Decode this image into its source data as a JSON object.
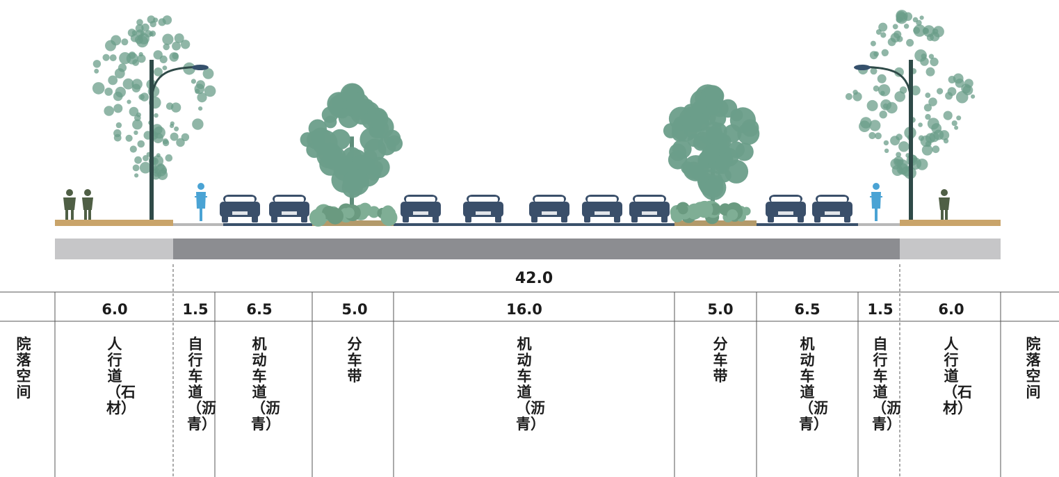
{
  "total_width": "42.0",
  "segments": [
    {
      "width": "6.0",
      "label": "人行道（石材）"
    },
    {
      "width": "1.5",
      "label": "自行车道（沥青）"
    },
    {
      "width": "6.5",
      "label": "机动车道（沥青）"
    },
    {
      "width": "5.0",
      "label": "分车带"
    },
    {
      "width": "16.0",
      "label": "机动车道（沥青）"
    },
    {
      "width": "5.0",
      "label": "分车带"
    },
    {
      "width": "6.5",
      "label": "机动车道（沥青）"
    },
    {
      "width": "1.5",
      "label": "自行车道（沥青）"
    },
    {
      "width": "6.0",
      "label": "人行道（石材）"
    }
  ],
  "outer_left_label": "院落空间",
  "outer_right_label": "院落空间",
  "colors": {
    "tree": "#6b9e8a",
    "vehicle": "#3a4f6a",
    "cyclist": "#4aa3d4",
    "pedestrian_figure": "#4f5f45",
    "paving": "#c9a46a",
    "planter_soil": "#b39a6a",
    "road": "#39506a",
    "band_light": "#c6c6c8",
    "band_dark": "#8c8d91"
  }
}
